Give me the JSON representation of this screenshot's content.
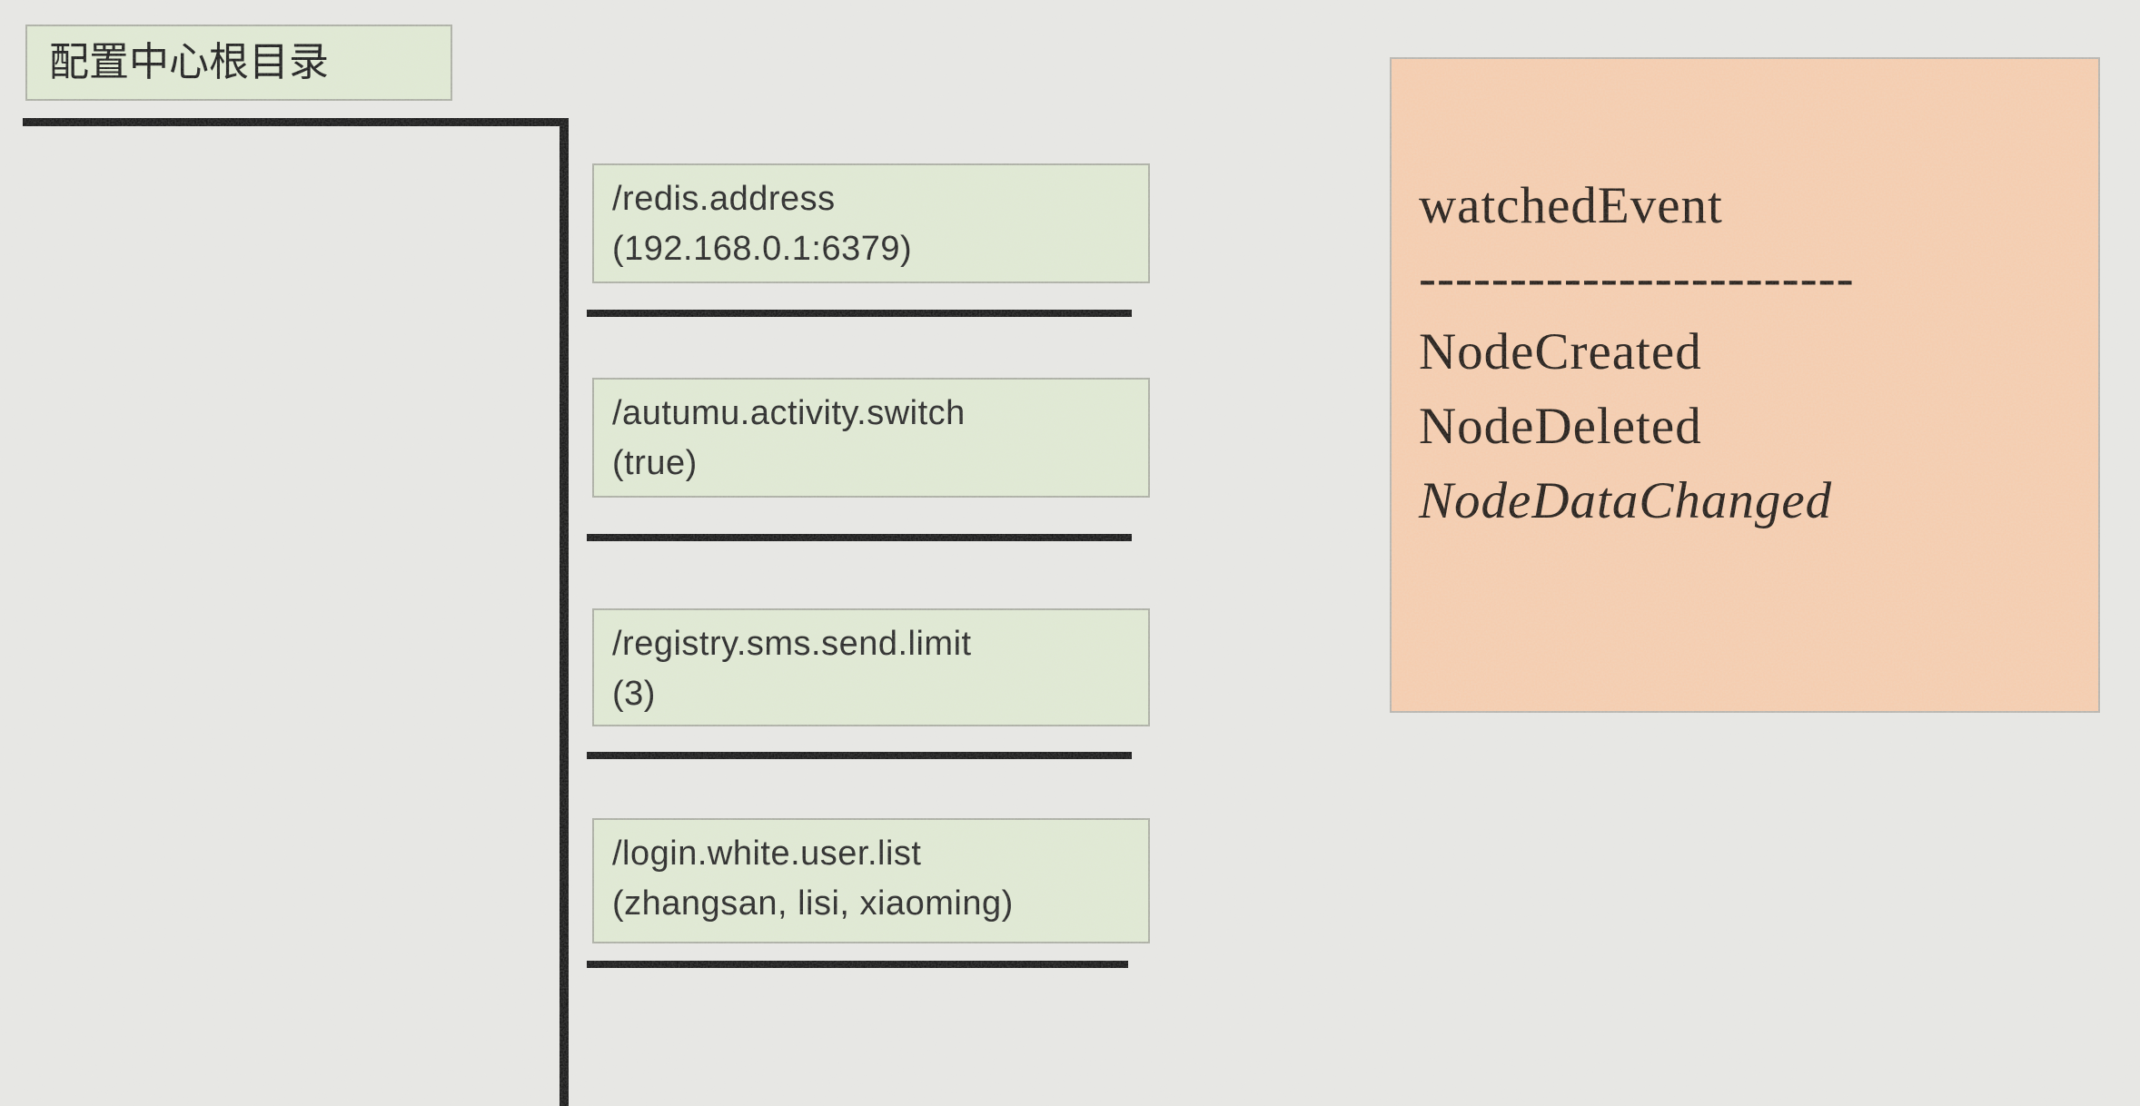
{
  "root_node": {
    "label": "配置中心根目录"
  },
  "config_nodes": [
    {
      "path": "/redis.address",
      "value": "(192.168.0.1:6379)"
    },
    {
      "path": "/autumu.activity.switch",
      "value": "(true)"
    },
    {
      "path": "/registry.sms.send.limit",
      "value": "(3)"
    },
    {
      "path": "/login.white.user.list",
      "value": "(zhangsan, lisi, xiaoming)"
    }
  ],
  "watched_event_panel": {
    "title": "watchedEvent",
    "divider": "------------------------",
    "events": [
      {
        "name": "NodeCreated"
      },
      {
        "name": "NodeDeleted"
      },
      {
        "name": "NodeDataChanged"
      }
    ]
  },
  "colors": {
    "background": "#e7e7e4",
    "node_fill": "#dfe9d2",
    "node_border": "#a9aca1",
    "panel_fill": "#f6cbab",
    "line": "#0d0d0d"
  }
}
